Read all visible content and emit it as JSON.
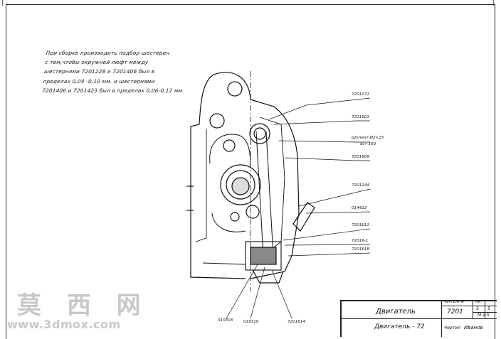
{
  "note": {
    "lines": [
      "При сборке производить подбор шестерен",
      "с тем,чтобы окружной люфт между",
      "шестернями 7201228 и 7201406 был в",
      "пределах 0,04 -0,10 мм. и шестернями",
      "7201406 и 7201423 был в пределах 0,06-0,12 мм."
    ]
  },
  "callouts": [
    "7201171",
    "7201601",
    "Шплинт Ø2×15",
    "ост 150",
    "7201609",
    "7201144",
    "014412",
    "7201611",
    "72016-1",
    "7201618"
  ],
  "bottom_labels": [
    "010303",
    "019319",
    "7201614"
  ],
  "title_block": {
    "row1_title": "Двигатель",
    "row1_code_label": "ЧЕРТЕЖ №",
    "row1_code": "7201",
    "row1_sheet_label": "ЛИ",
    "row1_sheet_a": "5",
    "row1_sheet_b": "5",
    "row1_scale": "М 2:5",
    "row2_title": "Двигатель - 72",
    "row2_sign_label": "Чертил",
    "row2_sign": "Иванов"
  },
  "watermark": {
    "cn": "莫 西 网",
    "url": "www.3dmox.com"
  }
}
